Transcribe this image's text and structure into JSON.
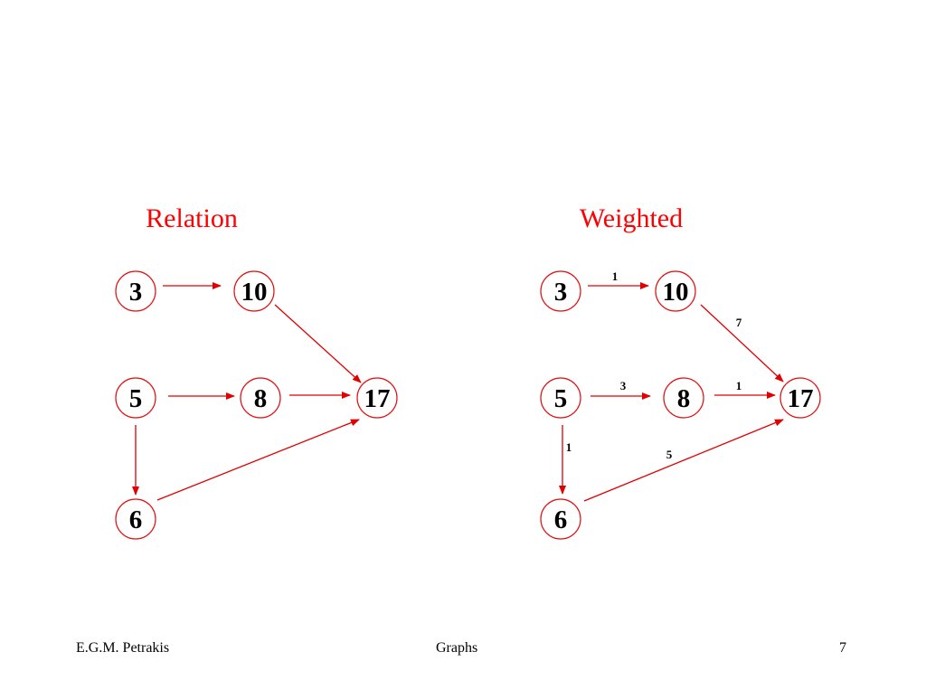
{
  "slide": {
    "footer_left": "E.G.M. Petrakis",
    "footer_center": "Graphs",
    "footer_right": "7"
  },
  "colors": {
    "accent": "#ff0000",
    "node_stroke": "#e01010",
    "edge": "#e00000",
    "text": "#000000"
  },
  "graphs": [
    {
      "id": "relation",
      "title": "Relation",
      "nodes": [
        "3",
        "10",
        "5",
        "8",
        "17",
        "6"
      ],
      "edges": [
        {
          "from": "3",
          "to": "10"
        },
        {
          "from": "10",
          "to": "17"
        },
        {
          "from": "5",
          "to": "8"
        },
        {
          "from": "8",
          "to": "17"
        },
        {
          "from": "5",
          "to": "6"
        },
        {
          "from": "6",
          "to": "17"
        }
      ]
    },
    {
      "id": "weighted",
      "title": "Weighted",
      "nodes": [
        "3",
        "10",
        "5",
        "8",
        "17",
        "6"
      ],
      "edges": [
        {
          "from": "3",
          "to": "10",
          "weight": "1"
        },
        {
          "from": "10",
          "to": "17",
          "weight": "7"
        },
        {
          "from": "5",
          "to": "8",
          "weight": "3"
        },
        {
          "from": "8",
          "to": "17",
          "weight": "1"
        },
        {
          "from": "5",
          "to": "6",
          "weight": "1"
        },
        {
          "from": "6",
          "to": "17",
          "weight": "5"
        }
      ]
    }
  ]
}
